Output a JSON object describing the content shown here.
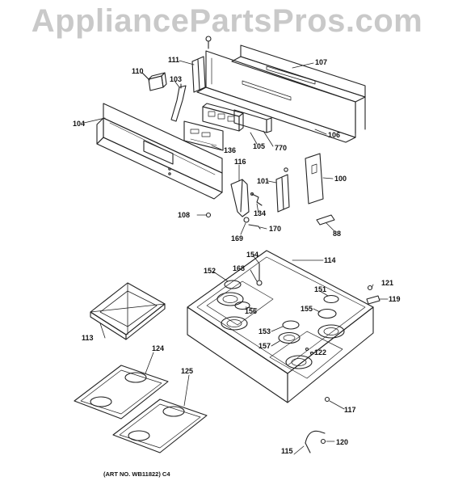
{
  "watermark": "AppliancePartsPros.com",
  "art_number": "(ART NO. WB11822) C4",
  "callouts": {
    "c107": "107",
    "c111": "111",
    "c110": "110",
    "c103": "103",
    "c104": "104",
    "c136": "136",
    "c105": "105",
    "c770": "770",
    "c106": "106",
    "c116": "116",
    "c101": "101",
    "c100": "100",
    "c108": "108",
    "c134": "134",
    "c170": "170",
    "c169": "169",
    "c88": "88",
    "c154": "154",
    "c114": "114",
    "c152": "152",
    "c168": "168",
    "c151": "151",
    "c121": "121",
    "c119": "119",
    "c156": "156",
    "c155": "155",
    "c113": "113",
    "c153": "153",
    "c157": "157",
    "c122": "122",
    "c124": "124",
    "c125": "125",
    "c117": "117",
    "c115": "115",
    "c120": "120"
  }
}
